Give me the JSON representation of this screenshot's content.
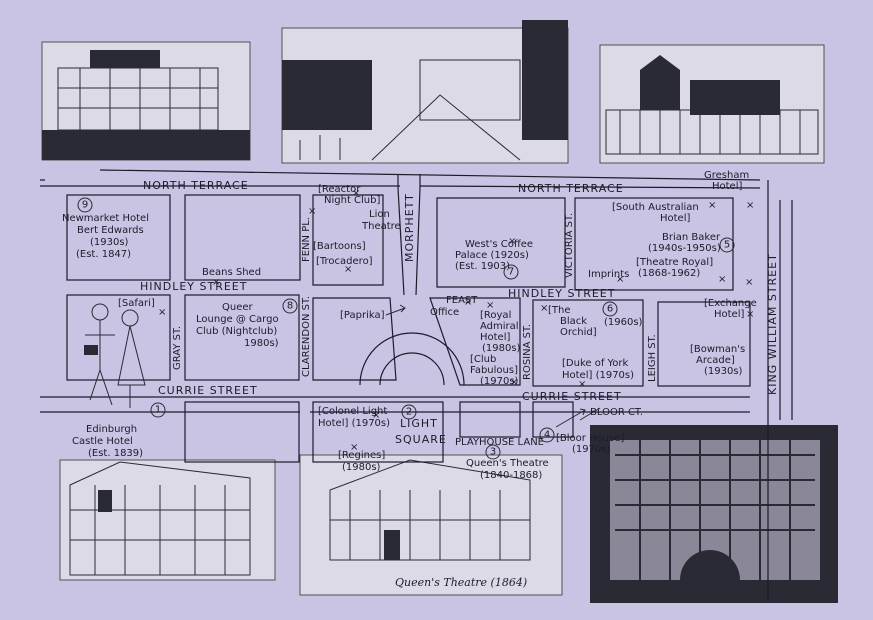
{
  "streets": {
    "north_terrace_left": "NORTH TERRACE",
    "north_terrace_right": "NORTH TERRACE",
    "hindley_left": "HINDLEY STREET",
    "hindley_right": "HINDLEY STREET",
    "currie_left": "CURRIE STREET",
    "currie_right": "CURRIE STREET",
    "morphett": "MORPHETT",
    "king_william": "KING WILLIAM STREET",
    "gray": "GRAY ST.",
    "clarendon": "CLARENDON ST.",
    "fenn": "FENN PL.",
    "victoria": "VICTORIA ST.",
    "rosina": "ROSINA ST.",
    "leigh": "LEIGH ST.",
    "bloor": "BLOOR CT.",
    "playhouse": "PLAYHOUSE LANE",
    "light_square_1": "LIGHT",
    "light_square_2": "SQUARE"
  },
  "venues": {
    "newmarket": [
      "Newmarket Hotel",
      "Bert Edwards",
      "(1930s)",
      "(Est. 1847)"
    ],
    "beans_shed": "Beans Shed",
    "reactor": [
      "[Reactor",
      "Night Club]"
    ],
    "lion_theatre": [
      "Lion",
      "Theatre"
    ],
    "bartoons": "[Bartoons]",
    "trocadero": "[Trocadero]",
    "wests": [
      "West's Coffee",
      "Palace (1920s)",
      "(Est. 1903)"
    ],
    "south_australian": [
      "[South Australian",
      "Hotel]"
    ],
    "brian_baker": [
      "Brian Baker",
      "(1940s-1950s)"
    ],
    "theatre_royal": [
      "[Theatre Royal]",
      "(1868-1962)"
    ],
    "imprints": "Imprints",
    "gresham": [
      "Gresham",
      "Hotel]"
    ],
    "safari": "[Safari]",
    "queer_lounge": [
      "Queer",
      "Lounge @ Cargo",
      "Club (Nightclub)",
      "1980s)"
    ],
    "paprika": "[Paprika]",
    "feast": [
      "FEAST",
      "Office"
    ],
    "royal_admiral": [
      "[Royal",
      "Admiral",
      "Hotel]",
      "(1980s)"
    ],
    "black_orchid": [
      "[The",
      "Black",
      "Orchid]",
      "(1960s)"
    ],
    "exchange": [
      "[Exchange",
      "Hotel]"
    ],
    "bowmans": [
      "[Bowman's",
      "Arcade]",
      "(1930s)"
    ],
    "club_fabulous": [
      "[Club",
      "Fabulous]",
      "(1970s)"
    ],
    "duke_of_york": [
      "[Duke of York",
      "Hotel] (1970s)"
    ],
    "edinburgh": [
      "Edinburgh",
      "Castle Hotel",
      "(Est. 1839)"
    ],
    "colonel_light": [
      "[Colonel Light",
      "Hotel] (1970s)"
    ],
    "regines": [
      "[Regines]",
      "(1980s)"
    ],
    "queens_theatre": [
      "Queen's Theatre",
      "(1840-1868)"
    ],
    "bloor_house": [
      "[Bloor House]",
      "(1970s)"
    ]
  },
  "markers": [
    "1",
    "2",
    "3",
    "4",
    "5",
    "6",
    "7",
    "8",
    "9"
  ],
  "caption": "Queen's Theatre (1864)"
}
